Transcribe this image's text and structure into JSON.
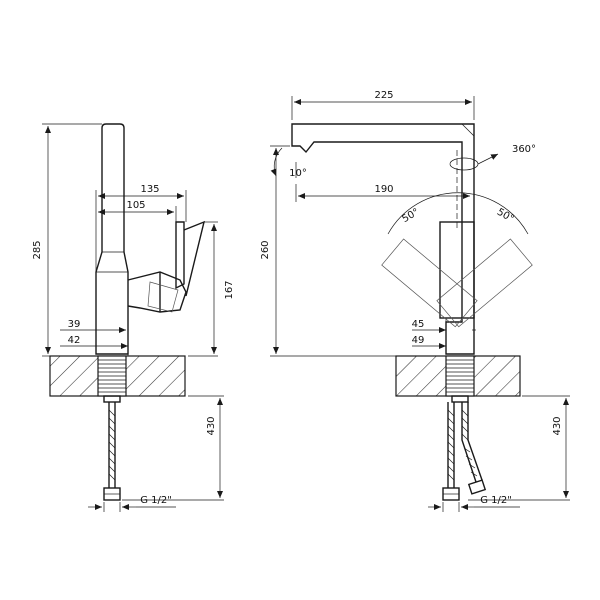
{
  "side_view": {
    "height_285": "285",
    "width_135": "135",
    "width_105": "105",
    "height_167": "167",
    "dim_39": "39",
    "dim_42": "42",
    "length_430": "430",
    "thread": "G 1/2\""
  },
  "front_view": {
    "width_225": "225",
    "rotation_360": "360°",
    "angle_10": "10°",
    "reach_190": "190",
    "height_260": "260",
    "angle_left_50": "50°",
    "angle_right_50": "50°",
    "dim_45": "45",
    "dim_49": "49",
    "length_430": "430",
    "thread": "G 1/2\""
  }
}
